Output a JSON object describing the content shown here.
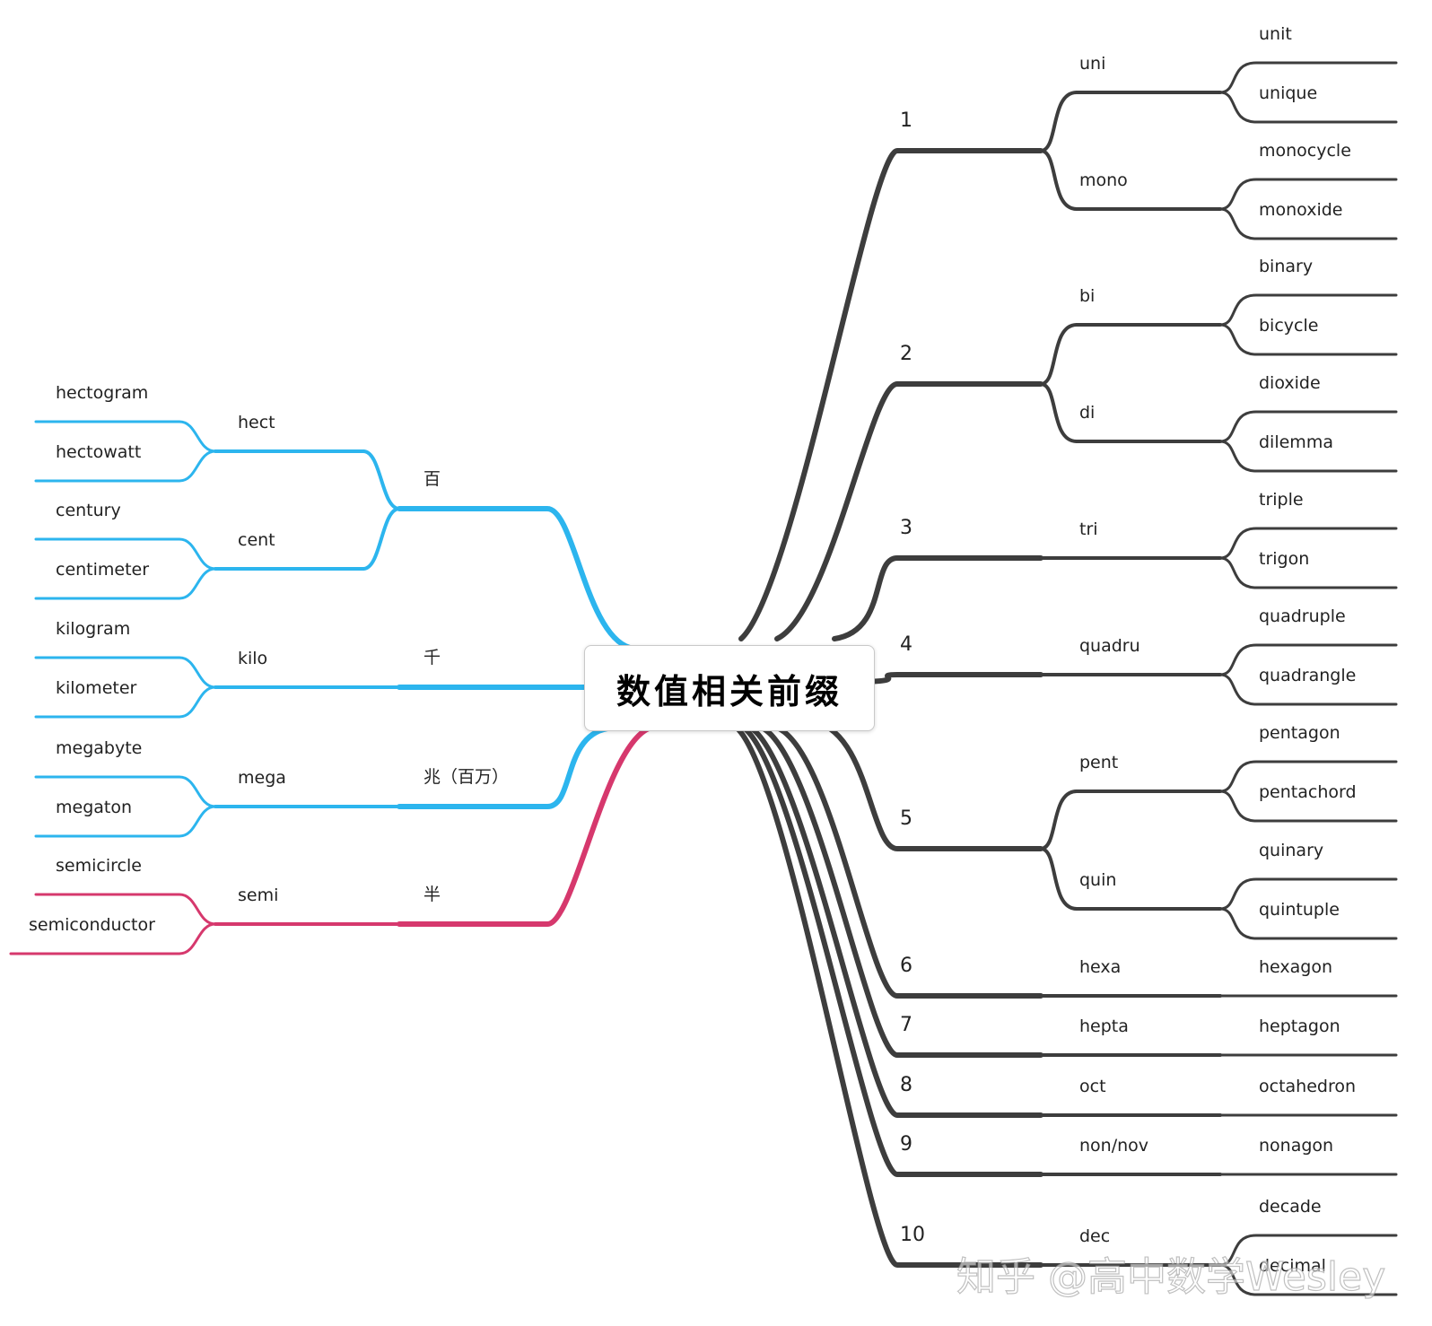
{
  "title": "数值相关前缀",
  "watermark": "知乎 @高中数学Wesley",
  "colors": {
    "dark": "#3d3d3d",
    "blue": "#2cb5ee",
    "pink": "#d6386d"
  },
  "right": [
    {
      "n": "1",
      "prefixes": [
        {
          "p": "uni",
          "words": [
            "unit",
            "unique"
          ]
        },
        {
          "p": "mono",
          "words": [
            "monocycle",
            "monoxide"
          ]
        }
      ]
    },
    {
      "n": "2",
      "prefixes": [
        {
          "p": "bi",
          "words": [
            "binary",
            "bicycle"
          ]
        },
        {
          "p": "di",
          "words": [
            "dioxide",
            "dilemma"
          ]
        }
      ]
    },
    {
      "n": "3",
      "prefixes": [
        {
          "p": "tri",
          "words": [
            "triple",
            "trigon"
          ]
        }
      ]
    },
    {
      "n": "4",
      "prefixes": [
        {
          "p": "quadru",
          "words": [
            "quadruple",
            "quadrangle"
          ]
        }
      ]
    },
    {
      "n": "5",
      "prefixes": [
        {
          "p": "pent",
          "words": [
            "pentagon",
            "pentachord"
          ]
        },
        {
          "p": "quin",
          "words": [
            "quinary",
            "quintuple"
          ]
        }
      ]
    },
    {
      "n": "6",
      "prefixes": [
        {
          "p": "hexa",
          "words": [
            "hexagon"
          ]
        }
      ]
    },
    {
      "n": "7",
      "prefixes": [
        {
          "p": "hepta",
          "words": [
            "heptagon"
          ]
        }
      ]
    },
    {
      "n": "8",
      "prefixes": [
        {
          "p": "oct",
          "words": [
            "octahedron"
          ]
        }
      ]
    },
    {
      "n": "9",
      "prefixes": [
        {
          "p": "non/nov",
          "words": [
            "nonagon"
          ]
        }
      ]
    },
    {
      "n": "10",
      "prefixes": [
        {
          "p": "dec",
          "words": [
            "decade",
            "decimal"
          ]
        }
      ]
    }
  ],
  "left": [
    {
      "label": "百",
      "color": "blue",
      "prefixes": [
        {
          "p": "hect",
          "words": [
            "hectogram",
            "hectowatt"
          ]
        },
        {
          "p": "cent",
          "words": [
            "century",
            "centimeter"
          ]
        }
      ]
    },
    {
      "label": "千",
      "color": "blue",
      "prefixes": [
        {
          "p": "kilo",
          "words": [
            "kilogram",
            "kilometer"
          ]
        }
      ]
    },
    {
      "label": "兆（百万）",
      "color": "blue",
      "prefixes": [
        {
          "p": "mega",
          "words": [
            "megabyte",
            "megaton"
          ]
        }
      ]
    },
    {
      "label": "半",
      "color": "pink",
      "prefixes": [
        {
          "p": "semi",
          "words": [
            "semicircle",
            "semiconductor"
          ]
        }
      ]
    }
  ]
}
